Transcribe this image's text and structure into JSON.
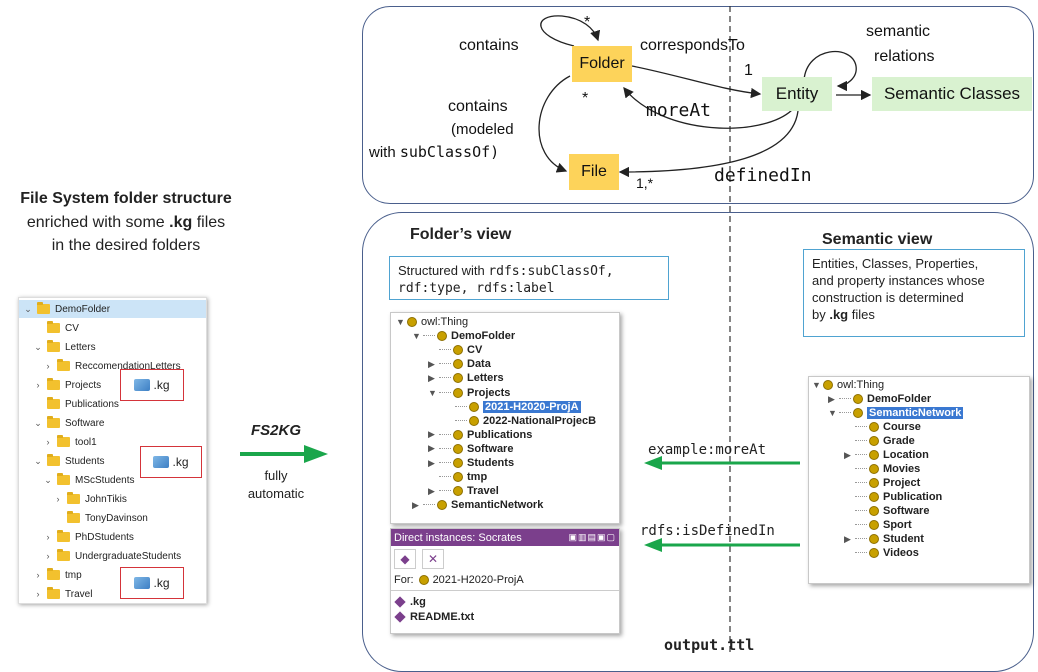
{
  "left": {
    "title": "File System folder structure",
    "subtitle_pre": "enriched with some ",
    "subtitle_bold": ".kg",
    "subtitle_post": " files",
    "subtitle_line3": "in the desired folders",
    "tree": [
      {
        "label": "DemoFolder",
        "chevron": "v",
        "selected": true
      },
      {
        "label": "CV",
        "chevron": ""
      },
      {
        "label": "Letters",
        "chevron": "v"
      },
      {
        "label": "ReccomendationLetters",
        "chevron": ">"
      },
      {
        "label": "Projects",
        "chevron": ">"
      },
      {
        "label": "Publications",
        "chevron": ""
      },
      {
        "label": "Software",
        "chevron": "v"
      },
      {
        "label": "tool1",
        "chevron": ">"
      },
      {
        "label": "Students",
        "chevron": "v"
      },
      {
        "label": "MScStudents",
        "chevron": "v"
      },
      {
        "label": "JohnTikis",
        "chevron": ">"
      },
      {
        "label": "TonyDavinson",
        "chevron": ""
      },
      {
        "label": "PhDStudents",
        "chevron": ">"
      },
      {
        "label": "UndergraduateStudents",
        "chevron": ">"
      },
      {
        "label": "tmp",
        "chevron": ">"
      },
      {
        "label": "Travel",
        "chevron": ">"
      }
    ],
    "kg_label": ".kg"
  },
  "middle": {
    "tool_name": "FS2KG",
    "tool_desc_line1": "fully",
    "tool_desc_line2": "automatic"
  },
  "schema": {
    "nodes": {
      "folder": "Folder",
      "file": "File",
      "entity": "Entity",
      "semantic_classes": "Semantic Classes"
    },
    "labels": {
      "contains_top": "contains",
      "star_top": "*",
      "corresponds_to": "correspondsTo",
      "one": "1",
      "semantic_relations_1": "semantic",
      "semantic_relations_2": "relations",
      "contains_side": "contains",
      "modeled": "(modeled",
      "with": "with ",
      "subclassof": "subClassOf)",
      "star_left": "*",
      "more_at": "moreAt",
      "defined_in": "definedIn",
      "one_star": "1,*"
    }
  },
  "folders_view": {
    "title": "Folder’s view",
    "info_line1_pre": "Structured with ",
    "info_line1_code": "rdfs:subClassOf,",
    "info_line2_code": "rdf:type, rdfs:label",
    "tree": [
      {
        "label": "owl:Thing",
        "level": 0,
        "bold": false
      },
      {
        "label": "DemoFolder",
        "level": 1,
        "bold": true
      },
      {
        "label": "CV",
        "level": 2,
        "bold": true
      },
      {
        "label": "Data",
        "level": 2,
        "bold": true
      },
      {
        "label": "Letters",
        "level": 2,
        "bold": true
      },
      {
        "label": "Projects",
        "level": 2,
        "bold": true
      },
      {
        "label": "2021-H2020-ProjA",
        "level": 3,
        "bold": true,
        "selected": true
      },
      {
        "label": "2022-NationalProjecB",
        "level": 3,
        "bold": true
      },
      {
        "label": "Publications",
        "level": 2,
        "bold": true
      },
      {
        "label": "Software",
        "level": 2,
        "bold": true
      },
      {
        "label": "Students",
        "level": 2,
        "bold": true
      },
      {
        "label": "tmp",
        "level": 2,
        "bold": true
      },
      {
        "label": "Travel",
        "level": 2,
        "bold": true
      },
      {
        "label": "SemanticNetwork",
        "level": 1,
        "bold": true
      }
    ],
    "instances_header": "Direct instances: Socrates",
    "for_label": "For:",
    "for_value": "2021-H2020-ProjA",
    "instances": [
      ".kg",
      "README.txt"
    ]
  },
  "semantic_view": {
    "title": "Semantic view",
    "info_line1": "Entities, Classes, Properties,",
    "info_line2": "and property instances whose",
    "info_line3": "construction is determined",
    "info_line4_pre": "by ",
    "info_line4_bold": ".kg",
    "info_line4_post": " files",
    "tree": [
      {
        "label": "owl:Thing",
        "level": 0,
        "bold": false
      },
      {
        "label": "DemoFolder",
        "level": 1,
        "bold": true
      },
      {
        "label": "SemanticNetwork",
        "level": 1,
        "bold": true,
        "selected": true
      },
      {
        "label": "Course",
        "level": 2,
        "bold": true
      },
      {
        "label": "Grade",
        "level": 2,
        "bold": true
      },
      {
        "label": "Location",
        "level": 2,
        "bold": true
      },
      {
        "label": "Movies",
        "level": 2,
        "bold": true
      },
      {
        "label": "Project",
        "level": 2,
        "bold": true
      },
      {
        "label": "Publication",
        "level": 2,
        "bold": true
      },
      {
        "label": "Software",
        "level": 2,
        "bold": true
      },
      {
        "label": "Sport",
        "level": 2,
        "bold": true
      },
      {
        "label": "Student",
        "level": 2,
        "bold": true
      },
      {
        "label": "Videos",
        "level": 2,
        "bold": true
      }
    ]
  },
  "arrows": {
    "more_at": "example:moreAt",
    "is_defined_in": "rdfs:isDefinedIn"
  },
  "output_file": "output.ttl",
  "colors": {
    "accent_green": "#1aa64b",
    "node_yellow": "#fdd35a",
    "node_green": "#d9f2d0",
    "selection_blue": "#3a78d1",
    "instances_header": "#7b3f8c",
    "panel_border": "#4a5f8c"
  }
}
